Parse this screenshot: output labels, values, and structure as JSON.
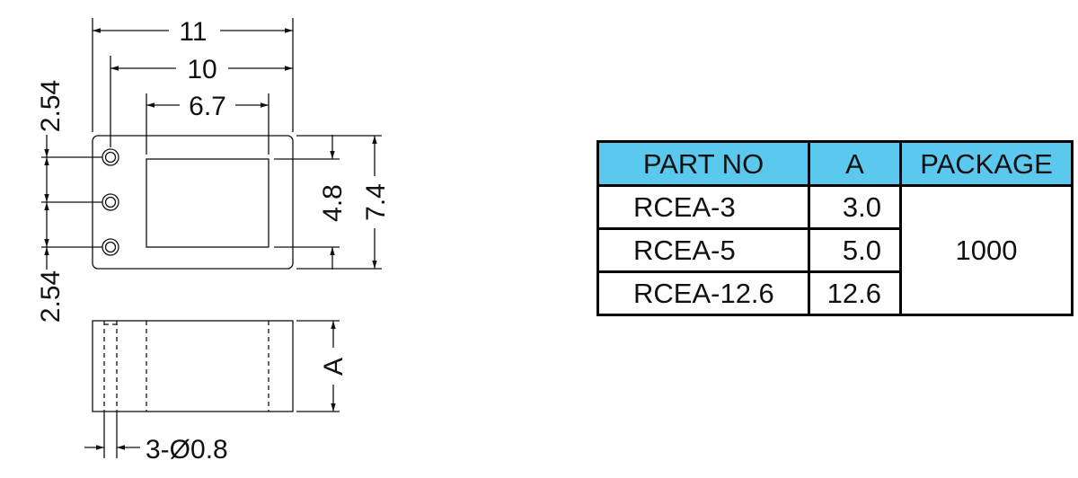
{
  "drawing": {
    "dim_overall_width": "11",
    "dim_pin_span": "10",
    "dim_window_width": "6.7",
    "dim_pitch_top": "2.54",
    "dim_pitch_bottom": "2.54",
    "dim_window_height": "4.8",
    "dim_overall_height": "7.4",
    "dim_height_a": "A",
    "dim_pin_hole": "3-Ø0.8"
  },
  "table": {
    "headers": [
      "PART NO",
      "A",
      "PACKAGE"
    ],
    "rows": [
      {
        "part": "RCEA-3",
        "a": "3.0"
      },
      {
        "part": "RCEA-5",
        "a": "5.0"
      },
      {
        "part": "RCEA-12.6",
        "a": "12.6"
      }
    ],
    "package": "1000",
    "header_color": "#5bc8ee"
  }
}
